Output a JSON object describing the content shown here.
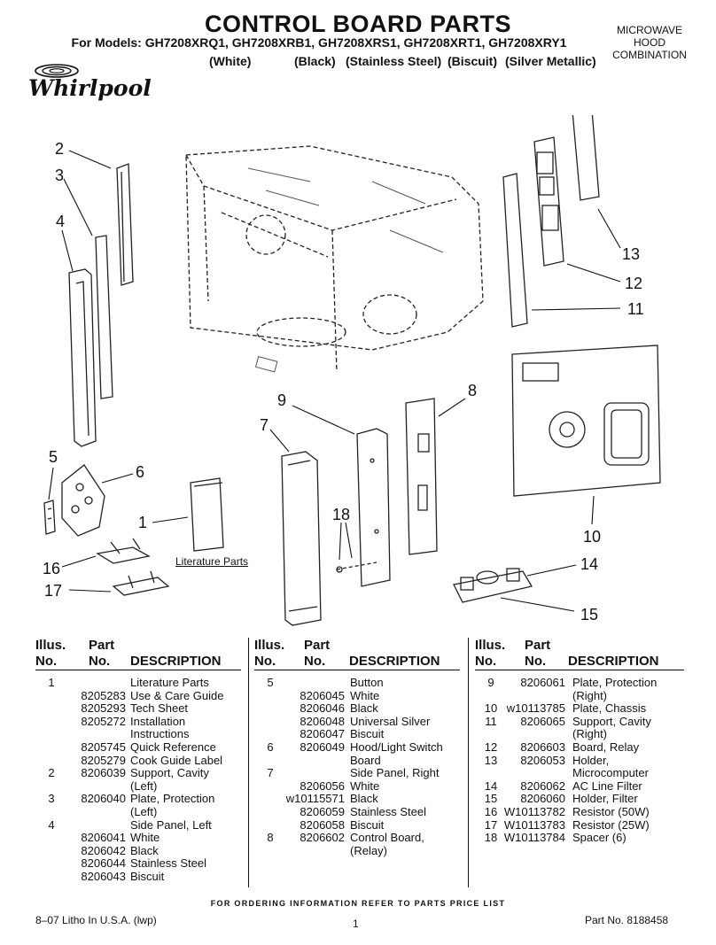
{
  "header": {
    "title": "CONTROL BOARD PARTS",
    "models": "For Models: GH7208XRQ1, GH7208XRB1, GH7208XRS1, GH7208XRT1, GH7208XRY1",
    "colors": [
      "(White)",
      "(Black)",
      "(Stainless Steel)",
      "(Biscuit)",
      "(Silver Metallic)"
    ],
    "corner_lines": [
      "MICROWAVE",
      "HOOD",
      "COMBINATION"
    ],
    "brand": "Whirlpool"
  },
  "diagram": {
    "callouts": [
      "2",
      "3",
      "4",
      "5",
      "6",
      "1",
      "16",
      "17",
      "7",
      "9",
      "18",
      "8",
      "13",
      "12",
      "11",
      "10",
      "14",
      "15"
    ],
    "literature_label": "Literature Parts"
  },
  "table": {
    "headers": {
      "illus": [
        "Illus.",
        "No."
      ],
      "part": [
        "Part",
        "No."
      ],
      "desc": "DESCRIPTION"
    },
    "columns": [
      [
        [
          "1",
          "",
          "Literature Parts"
        ],
        [
          "",
          "8205283",
          "Use & Care Guide"
        ],
        [
          "",
          "8205293",
          "Tech Sheet"
        ],
        [
          "",
          "8205272",
          "Installation"
        ],
        [
          "",
          "",
          "Instructions"
        ],
        [
          "",
          "8205745",
          "Quick Reference"
        ],
        [
          "",
          "8205279",
          "Cook Guide Label"
        ],
        [
          "2",
          "8206039",
          "Support, Cavity"
        ],
        [
          "",
          "",
          "(Left)"
        ],
        [
          "3",
          "8206040",
          "Plate, Protection"
        ],
        [
          "",
          "",
          "(Left)"
        ],
        [
          "4",
          "",
          "Side Panel, Left"
        ],
        [
          "",
          "8206041",
          "White"
        ],
        [
          "",
          "8206042",
          "Black"
        ],
        [
          "",
          "8206044",
          "Stainless Steel"
        ],
        [
          "",
          "8206043",
          "Biscuit"
        ]
      ],
      [
        [
          "5",
          "",
          "Button"
        ],
        [
          "",
          "8206045",
          "White"
        ],
        [
          "",
          "8206046",
          "Black"
        ],
        [
          "",
          "8206048",
          "Universal Silver"
        ],
        [
          "",
          "8206047",
          "Biscuit"
        ],
        [
          "6",
          "8206049",
          "Hood/Light Switch"
        ],
        [
          "",
          "",
          "Board"
        ],
        [
          "7",
          "",
          "Side Panel, Right"
        ],
        [
          "",
          "8206056",
          "White"
        ],
        [
          "",
          "w10115571",
          "Black"
        ],
        [
          "",
          "8206059",
          "Stainless Steel"
        ],
        [
          "",
          "8206058",
          "Biscuit"
        ],
        [
          "8",
          "8206602",
          "Control Board,"
        ],
        [
          "",
          "",
          "(Relay)"
        ]
      ],
      [
        [
          "9",
          "8206061",
          "Plate, Protection"
        ],
        [
          "",
          "",
          "(Right)"
        ],
        [
          "10",
          "w10113785",
          "Plate, Chassis"
        ],
        [
          "11",
          "8206065",
          "Support, Cavity"
        ],
        [
          "",
          "",
          "(Right)"
        ],
        [
          "12",
          "8206603",
          "Board, Relay"
        ],
        [
          "13",
          "8206053",
          "Holder,"
        ],
        [
          "",
          "",
          "Microcomputer"
        ],
        [
          "14",
          "8206062",
          "AC Line Filter"
        ],
        [
          "15",
          "8206060",
          "Holder, Filter"
        ],
        [
          "16",
          "W10113782",
          "Resistor (50W)"
        ],
        [
          "17",
          "W10113783",
          "Resistor (25W)"
        ],
        [
          "18",
          "W10113784",
          "Spacer (6)"
        ]
      ]
    ]
  },
  "footer": {
    "order_note": "FOR ORDERING INFORMATION REFER TO PARTS PRICE LIST",
    "litho": "8–07 Litho In U.S.A. (lwp)",
    "page": "1",
    "part_no": "Part No. 8188458"
  }
}
